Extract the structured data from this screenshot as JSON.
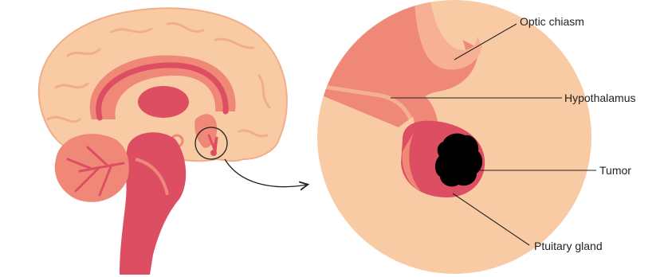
{
  "labels": {
    "optic_chiasm": "Optic chiasm",
    "hypothalamus": "Hypothalamus",
    "tumor": "Tumor",
    "pituitary_gland": "Ptuitary gland"
  },
  "colors": {
    "brain_light": "#F9CBA4",
    "brain_outline": "#F2AE8A",
    "brain_mid": "#F08878",
    "brain_dark": "#DD4E63",
    "tumor": "#000000",
    "leader_line": "#222222"
  }
}
